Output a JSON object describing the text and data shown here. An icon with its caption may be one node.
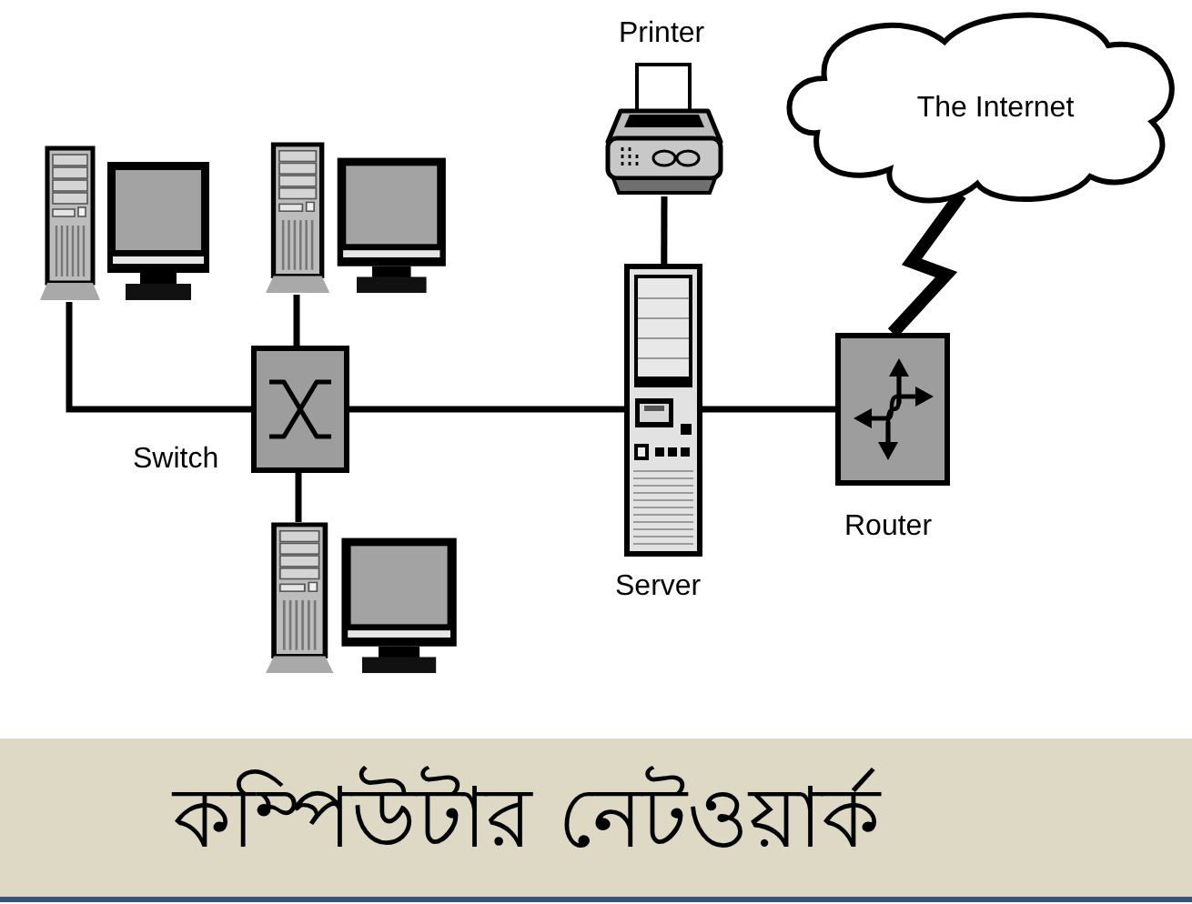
{
  "diagram": {
    "title": "কম্পিউটার নেটওয়ার্ক",
    "nodes": [
      {
        "text": [],
        "shape": "picture"
      },
      {
        "text": [],
        "shape": "picture"
      },
      {
        "text": [],
        "shape": "box",
        "beside": [
          "Switch"
        ]
      },
      {
        "text": [],
        "shape": "picture"
      },
      {
        "text": [],
        "shape": "picture",
        "beside": [
          "Printer"
        ]
      },
      {
        "text": [],
        "shape": "picture",
        "beside": [
          "Server"
        ]
      },
      {
        "text": [],
        "shape": "box",
        "beside": [
          "Router"
        ]
      },
      {
        "text": [
          "The Internet"
        ]
      }
    ],
    "edges": [
      {
        "from": 0,
        "to": 2,
        "arrow": "none"
      },
      {
        "from": 1,
        "to": 2,
        "arrow": "none"
      },
      {
        "from": 2,
        "to": 3,
        "arrow": "none"
      },
      {
        "from": 2,
        "to": 5,
        "arrow": "none"
      },
      {
        "from": 4,
        "to": 5,
        "arrow": "none"
      },
      {
        "from": 5,
        "to": 6,
        "arrow": "none"
      },
      {
        "from": 6,
        "to": 7,
        "arrow": "none",
        "style": "thick"
      }
    ]
  }
}
